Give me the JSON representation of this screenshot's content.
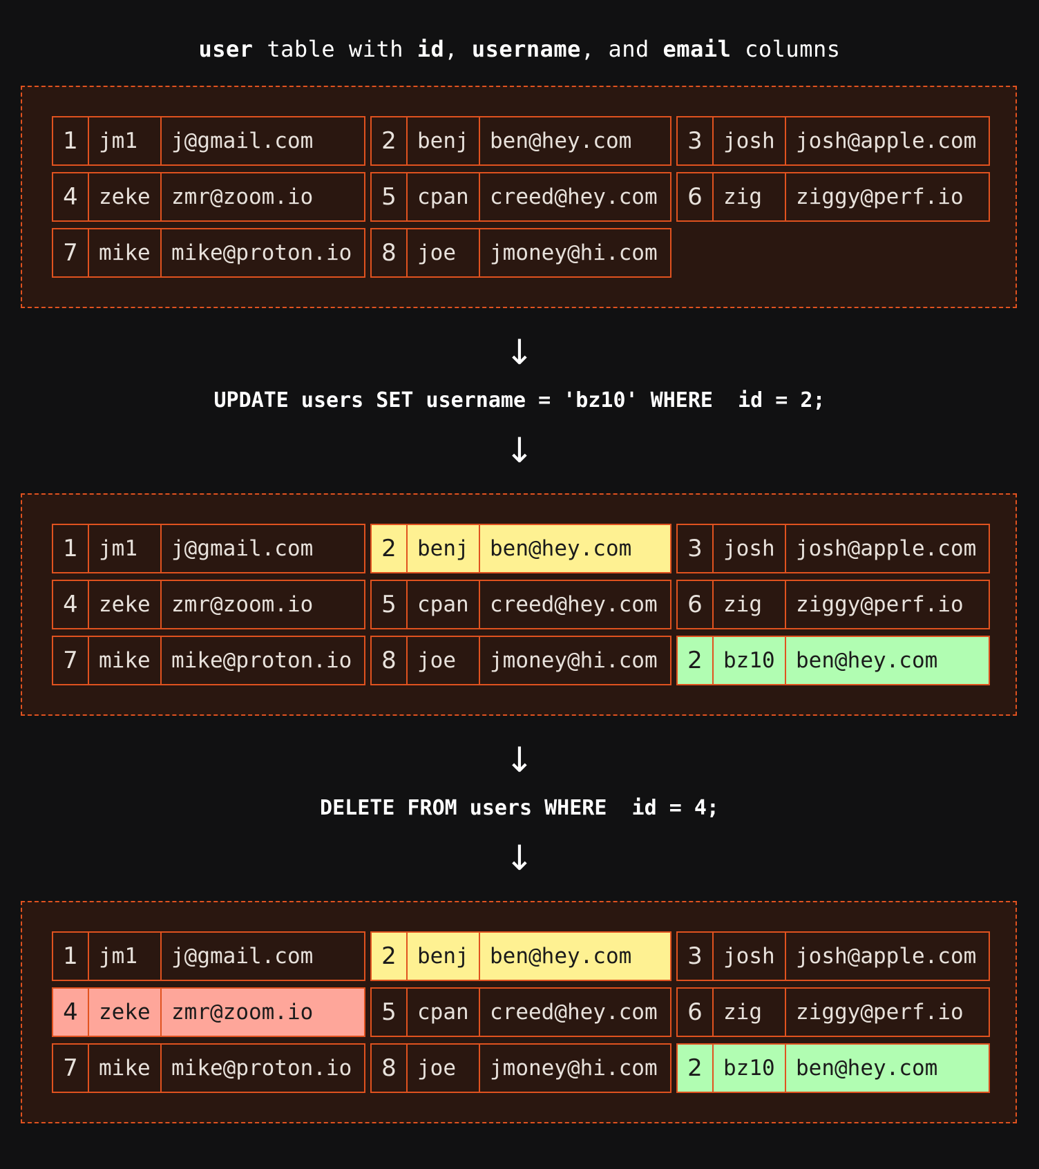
{
  "title": {
    "w1": "user",
    "w2": " table with ",
    "w3": "id",
    "w4": ", ",
    "w5": "username",
    "w6": ", and ",
    "w7": "email",
    "w8": " columns"
  },
  "arrow_glyph": "↓",
  "sql_update": "UPDATE users SET username = 'bz10' WHERE  id = 2;",
  "sql_delete": "DELETE FROM users WHERE  id = 4;",
  "tables": [
    {
      "rows": [
        {
          "id": "1",
          "username": "jm1",
          "email": "j@gmail.com",
          "highlight": "none"
        },
        {
          "id": "2",
          "username": "benj",
          "email": "ben@hey.com",
          "highlight": "none"
        },
        {
          "id": "3",
          "username": "josh",
          "email": "josh@apple.com",
          "highlight": "none"
        },
        {
          "id": "4",
          "username": "zeke",
          "email": "zmr@zoom.io",
          "highlight": "none"
        },
        {
          "id": "5",
          "username": "cpan",
          "email": "creed@hey.com",
          "highlight": "none"
        },
        {
          "id": "6",
          "username": "zig",
          "email": "ziggy@perf.io",
          "highlight": "none"
        },
        {
          "id": "7",
          "username": "mike",
          "email": "mike@proton.io",
          "highlight": "none"
        },
        {
          "id": "8",
          "username": "joe",
          "email": "jmoney@hi.com",
          "highlight": "none"
        }
      ]
    },
    {
      "rows": [
        {
          "id": "1",
          "username": "jm1",
          "email": "j@gmail.com",
          "highlight": "none"
        },
        {
          "id": "2",
          "username": "benj",
          "email": "ben@hey.com",
          "highlight": "yellow"
        },
        {
          "id": "3",
          "username": "josh",
          "email": "josh@apple.com",
          "highlight": "none"
        },
        {
          "id": "4",
          "username": "zeke",
          "email": "zmr@zoom.io",
          "highlight": "none"
        },
        {
          "id": "5",
          "username": "cpan",
          "email": "creed@hey.com",
          "highlight": "none"
        },
        {
          "id": "6",
          "username": "zig",
          "email": "ziggy@perf.io",
          "highlight": "none"
        },
        {
          "id": "7",
          "username": "mike",
          "email": "mike@proton.io",
          "highlight": "none"
        },
        {
          "id": "8",
          "username": "joe",
          "email": "jmoney@hi.com",
          "highlight": "none"
        },
        {
          "id": "2",
          "username": "bz10",
          "email": "ben@hey.com",
          "highlight": "green"
        }
      ]
    },
    {
      "rows": [
        {
          "id": "1",
          "username": "jm1",
          "email": "j@gmail.com",
          "highlight": "none"
        },
        {
          "id": "2",
          "username": "benj",
          "email": "ben@hey.com",
          "highlight": "yellow"
        },
        {
          "id": "3",
          "username": "josh",
          "email": "josh@apple.com",
          "highlight": "none"
        },
        {
          "id": "4",
          "username": "zeke",
          "email": "zmr@zoom.io",
          "highlight": "red"
        },
        {
          "id": "5",
          "username": "cpan",
          "email": "creed@hey.com",
          "highlight": "none"
        },
        {
          "id": "6",
          "username": "zig",
          "email": "ziggy@perf.io",
          "highlight": "none"
        },
        {
          "id": "7",
          "username": "mike",
          "email": "mike@proton.io",
          "highlight": "none"
        },
        {
          "id": "8",
          "username": "joe",
          "email": "jmoney@hi.com",
          "highlight": "none"
        },
        {
          "id": "2",
          "username": "bz10",
          "email": "ben@hey.com",
          "highlight": "green"
        }
      ]
    }
  ],
  "colors": {
    "background": "#111112",
    "panel": "#2a1710",
    "border": "#e0521f",
    "updated_old": "#fef192",
    "updated_new": "#b1fdb2",
    "deleted": "#fea69a"
  }
}
